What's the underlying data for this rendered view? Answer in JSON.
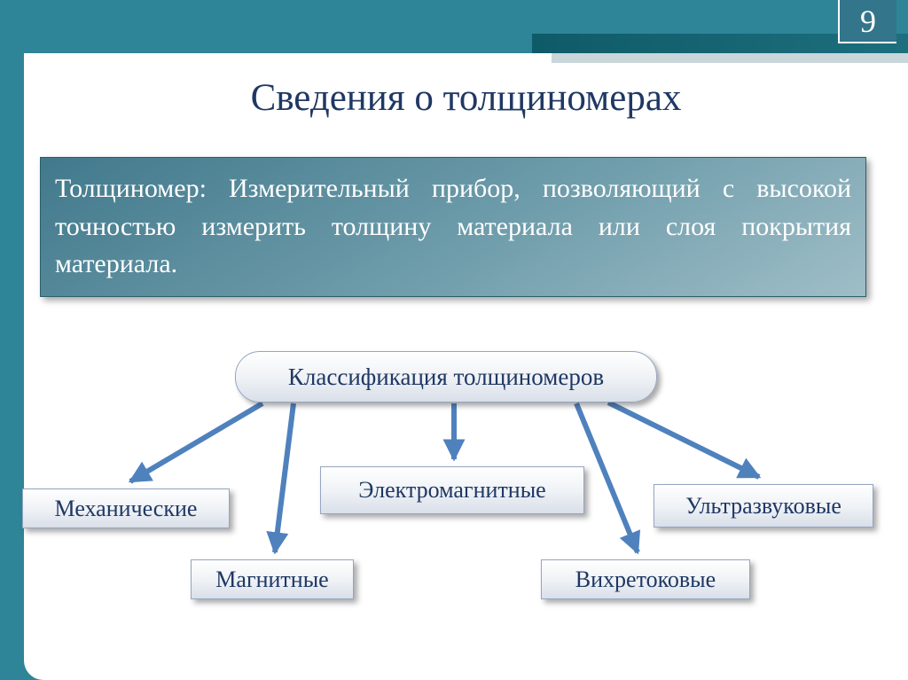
{
  "page_number": "9",
  "title": "Сведения о толщиномерах",
  "definition_text": "Толщиномер: Измерительный прибор, позволяющий с высокой точностью измерить толщину материала или слоя покрытия материала.",
  "diagram": {
    "root_label": "Классификация толщиномеров",
    "children": [
      {
        "label": "Механические"
      },
      {
        "label": "Магнитные"
      },
      {
        "label": "Электромагнитные"
      },
      {
        "label": "Вихретоковые"
      },
      {
        "label": "Ультразвуковые"
      }
    ]
  },
  "colors": {
    "frame_teal": "#2E8597",
    "strip_dark": "#14606E",
    "strip_light": "#C9D6DA",
    "page_number_bg": "#33758A",
    "title_text": "#1F3864",
    "definition_gradient_start": "#41798C",
    "definition_gradient_end": "#9FBEC7",
    "definition_text": "#FFFFFF",
    "node_border": "#96A5C1",
    "node_text": "#1F3864",
    "arrow": "#4F81BD"
  }
}
